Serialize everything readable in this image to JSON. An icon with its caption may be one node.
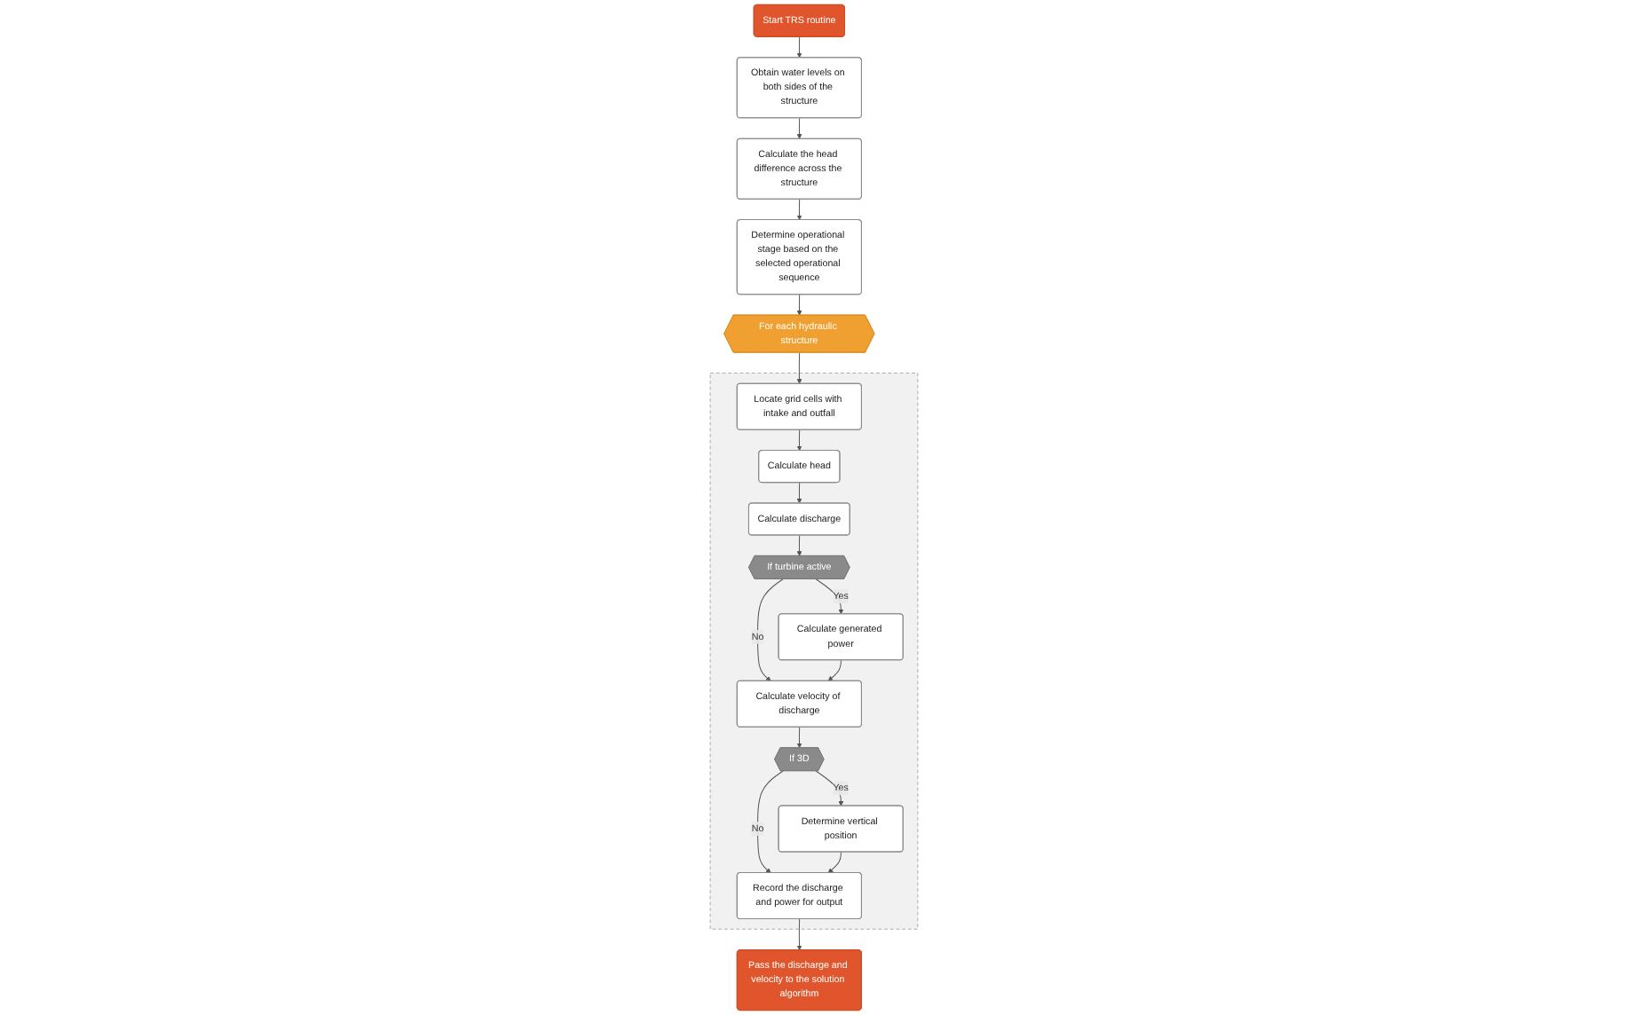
{
  "diagram": {
    "nodes": [
      {
        "text": [
          "Start TRS routine"
        ]
      },
      {
        "text": [
          "Obtain water levels on both sides of the structure"
        ]
      },
      {
        "text": [
          "Calculate the head difference across the structure"
        ]
      },
      {
        "text": [
          "Determine operational stage based on the selected operational sequence"
        ]
      },
      {
        "text": [],
        "shape": "box"
      },
      {
        "text": [
          "For each hydraulic structure"
        ]
      },
      {
        "text": [
          "Locate grid cells with intake and outfall"
        ],
        "in": 4
      },
      {
        "text": [
          "Calculate head"
        ],
        "in": 4
      },
      {
        "text": [
          "Calculate discharge"
        ],
        "in": 4
      },
      {
        "text": [
          "If turbine active"
        ],
        "in": 4
      },
      {
        "text": [
          "Calculate generated power"
        ],
        "in": 4
      },
      {
        "text": [
          "Calculate velocity of discharge"
        ],
        "in": 4
      },
      {
        "text": [
          "If 3D"
        ],
        "in": 4
      },
      {
        "text": [
          "Determine vertical position"
        ],
        "in": 4
      },
      {
        "text": [
          "Record the discharge and power for output"
        ],
        "in": 4
      },
      {
        "text": [
          "Pass the discharge and velocity to the solution algorithm"
        ]
      }
    ],
    "edges": [
      {
        "from": 0,
        "to": 1,
        "arrow": "to"
      },
      {
        "from": 1,
        "to": 2,
        "arrow": "to"
      },
      {
        "from": 2,
        "to": 3,
        "arrow": "to"
      },
      {
        "from": 3,
        "to": 5,
        "arrow": "to"
      },
      {
        "from": 5,
        "to": 6,
        "arrow": "to"
      },
      {
        "from": 6,
        "to": 7,
        "arrow": "to"
      },
      {
        "from": 7,
        "to": 8,
        "arrow": "to"
      },
      {
        "from": 8,
        "to": 9,
        "arrow": "to"
      },
      {
        "from": 9,
        "to": 10,
        "label": "Yes",
        "arrow": "to"
      },
      {
        "from": 9,
        "to": 11,
        "label": "No",
        "arrow": "to"
      },
      {
        "from": 10,
        "to": 11,
        "arrow": "to"
      },
      {
        "from": 11,
        "to": 12,
        "arrow": "to"
      },
      {
        "from": 12,
        "to": 13,
        "label": "Yes",
        "arrow": "to"
      },
      {
        "from": 12,
        "to": 14,
        "label": "No",
        "arrow": "to"
      },
      {
        "from": 13,
        "to": 14,
        "arrow": "to"
      },
      {
        "from": 14,
        "to": 15,
        "arrow": "to"
      }
    ]
  }
}
